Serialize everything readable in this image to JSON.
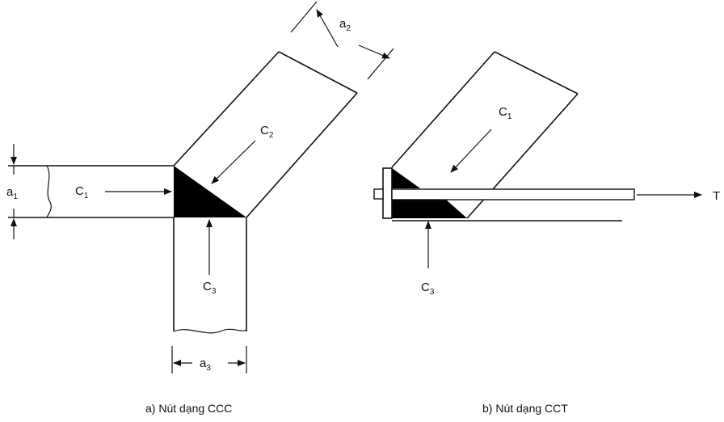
{
  "figure_a": {
    "caption": "a) Nút dạng CCC",
    "labels": {
      "C1": {
        "main": "C",
        "sub": "1"
      },
      "C2": {
        "main": "C",
        "sub": "2"
      },
      "C3": {
        "main": "C",
        "sub": "3"
      },
      "a1": {
        "main": "a",
        "sub": "1"
      },
      "a2": {
        "main": "a",
        "sub": "2"
      },
      "a3": {
        "main": "a",
        "sub": "3"
      }
    }
  },
  "figure_b": {
    "caption": "b) Nút dạng CCT",
    "labels": {
      "C1": {
        "main": "C",
        "sub": "1"
      },
      "C3": {
        "main": "C",
        "sub": "3"
      },
      "T": "T"
    }
  },
  "colors": {
    "stroke": "#111111",
    "fill_node": "#000000",
    "background": "#ffffff"
  }
}
